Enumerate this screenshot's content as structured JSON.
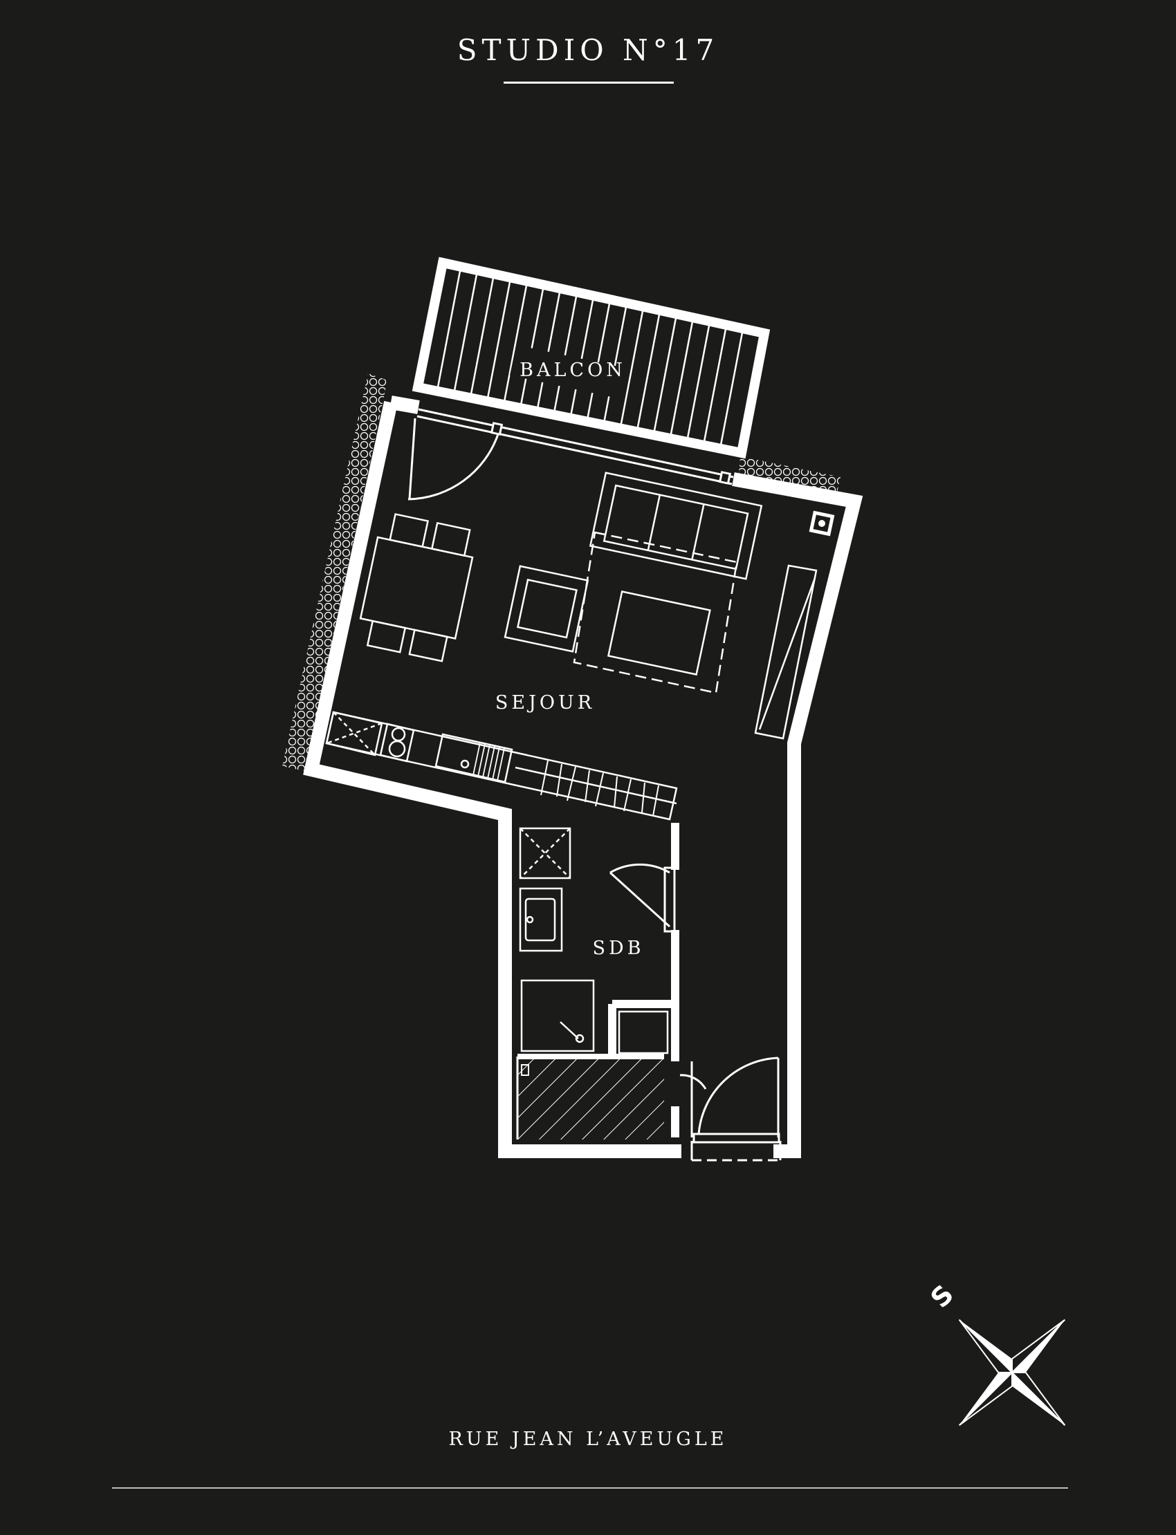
{
  "title": "STUDIO N°17",
  "rooms": {
    "balcony": "BALCON",
    "living": "SEJOUR",
    "bathroom": "SDB"
  },
  "street": "RUE JEAN L’AVEUGLE",
  "compass": {
    "letter": "S"
  },
  "colors": {
    "background": "#1b1b1a",
    "ink": "#ffffff"
  }
}
